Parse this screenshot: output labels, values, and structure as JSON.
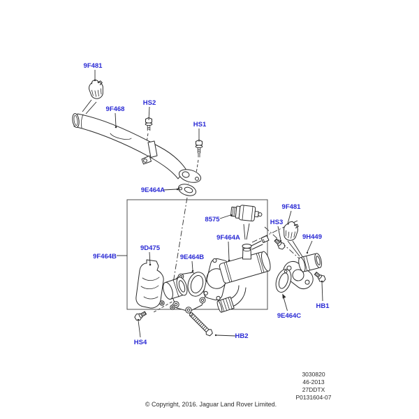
{
  "diagram": {
    "callouts": {
      "pipe_clamp_top": "9F481",
      "pipe": "9F468",
      "bolt_hs2": "HS2",
      "bolt_hs1": "HS1",
      "gasket_upper": "9E464A",
      "solenoid": "8575",
      "cooler_clamp": "9F481",
      "bolt_hs3": "HS3",
      "hose": "9H449",
      "egr_valve": "9D475",
      "cooler": "9F464A",
      "gasket_ring": "9E464B",
      "cooler_kit": "9F464B",
      "gasket_outlet": "9E464C",
      "bolt_hb1": "HB1",
      "bolt_hs4": "HS4",
      "bolt_hb2": "HB2"
    },
    "footer": {
      "plate": [
        "3030820",
        "46-2013",
        "27DDTX",
        "P0131604-07"
      ],
      "copyright": "© Copyright, 2016. Jaguar Land Rover Limited."
    },
    "colors": {
      "callout_blue": "#2929d4",
      "drawing_ink": "#2b2b2b",
      "background": "#ffffff"
    }
  }
}
